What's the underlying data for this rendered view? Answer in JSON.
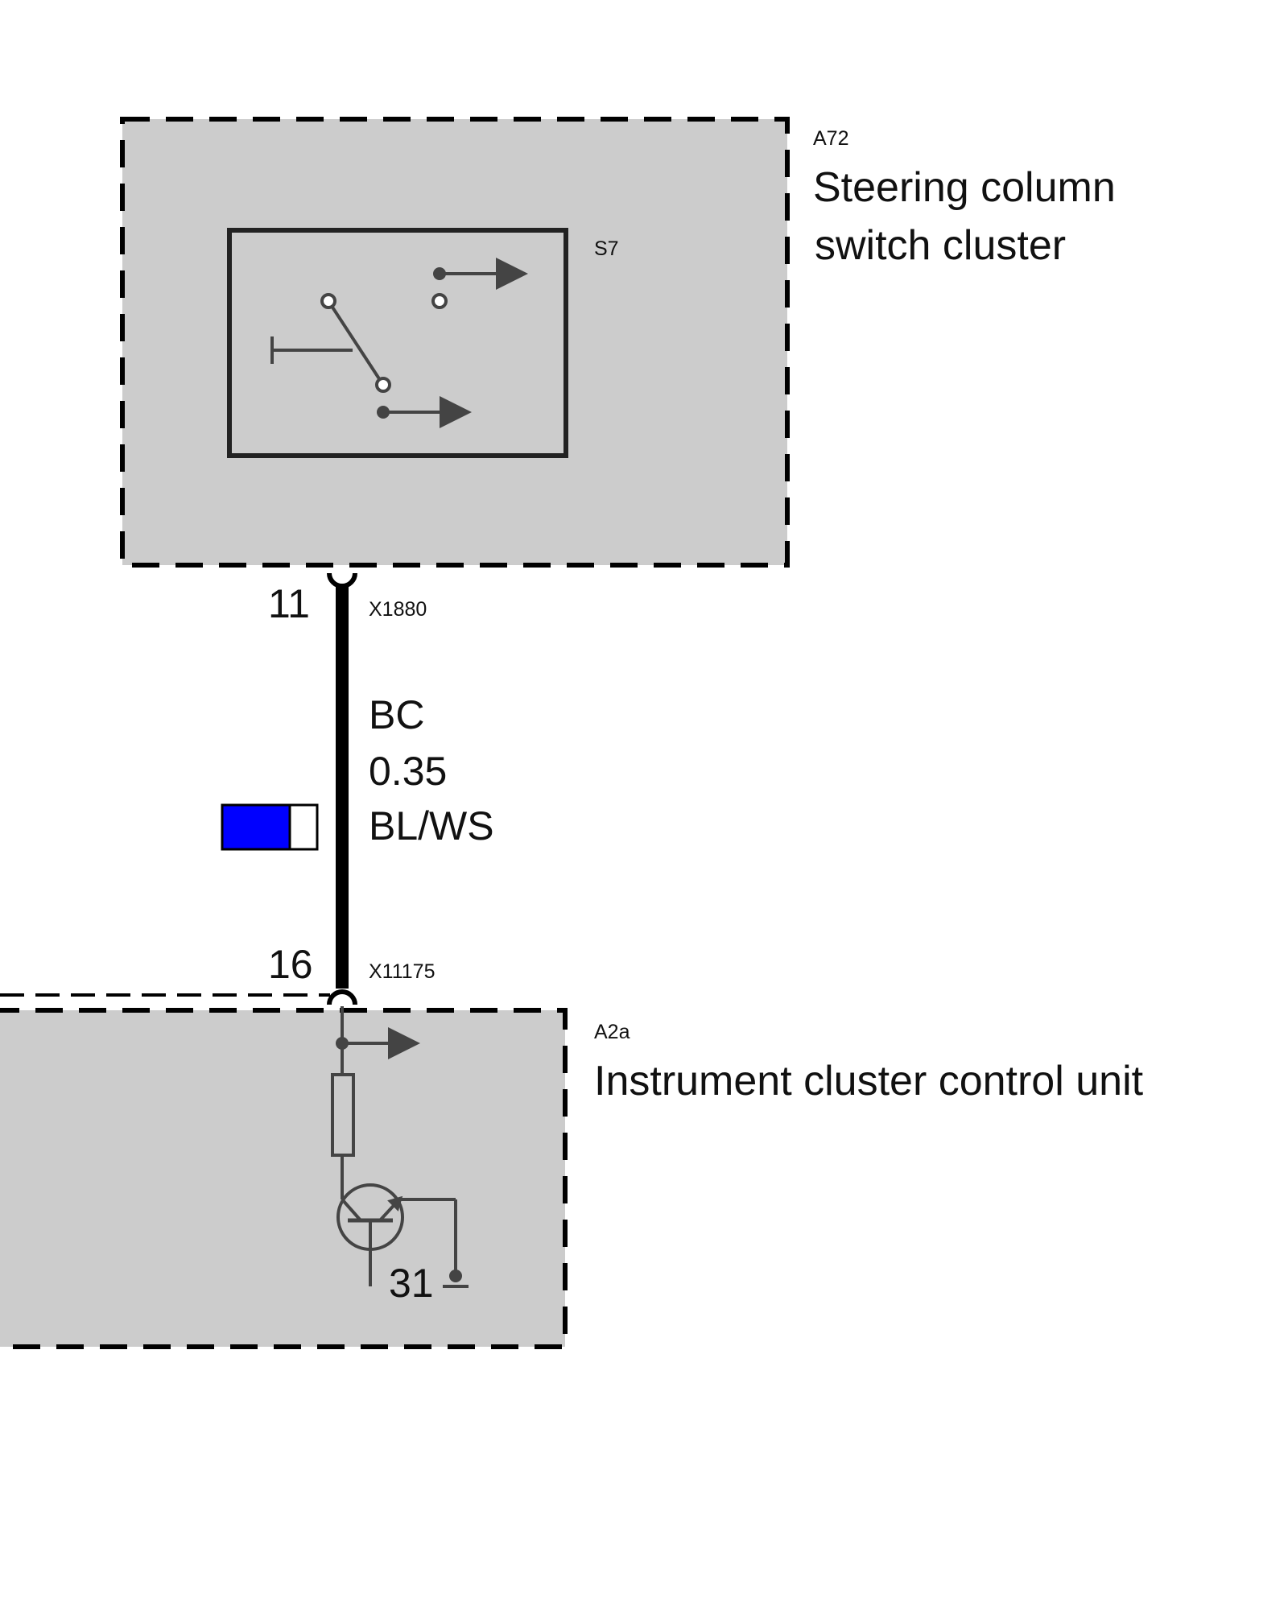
{
  "components": {
    "a72": {
      "id": "A72",
      "name_line1": "Steering column",
      "name_line2": "switch cluster",
      "fill": "#cccccc",
      "switch": {
        "id": "S7"
      }
    },
    "a2a": {
      "id": "A2a",
      "name": "Instrument cluster control unit",
      "fill": "#cccccc",
      "ground_label": "31"
    }
  },
  "connectors": {
    "top": {
      "id": "X1880",
      "pin": "11"
    },
    "bottom": {
      "id": "X11175",
      "pin": "16"
    }
  },
  "wire": {
    "circuit": "BC",
    "cross_section": "0.35",
    "color_code": "BL/WS",
    "primary_color": "#0000ff",
    "secondary_color": "#ffffff"
  }
}
